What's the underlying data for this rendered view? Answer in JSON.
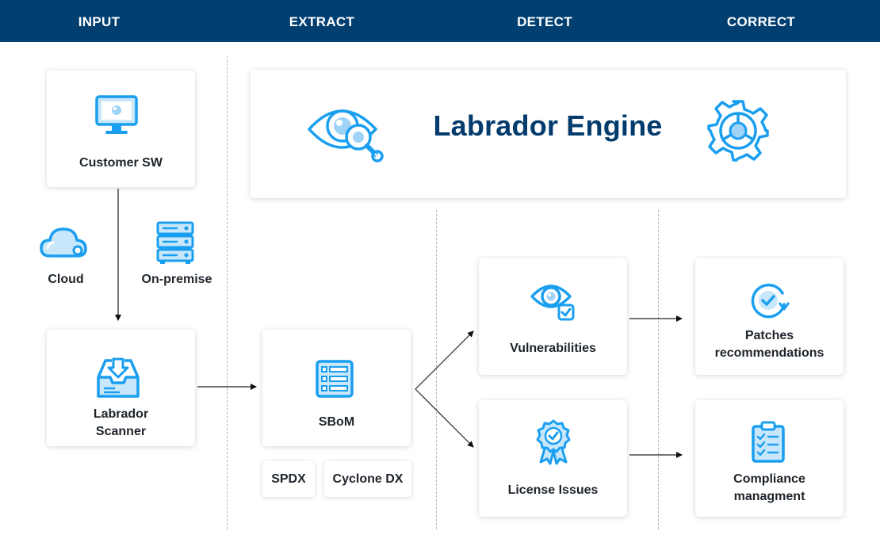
{
  "header": {
    "columns": [
      "INPUT",
      "EXTRACT",
      "DETECT",
      "CORRECT"
    ]
  },
  "engine": {
    "title": "Labrador Engine",
    "left_icon": "eye-magnifier-icon",
    "right_icon": "gear-icon"
  },
  "input": {
    "customer_sw": "Customer SW",
    "cloud": "Cloud",
    "on_premise": "On-premise",
    "scanner_line1": "Labrador",
    "scanner_line2": "Scanner"
  },
  "extract": {
    "sbom": "SBoM",
    "formats": [
      "SPDX",
      "Cyclone DX"
    ]
  },
  "detect": {
    "vulnerabilities": "Vulnerabilities",
    "license_issues": "License Issues"
  },
  "correct": {
    "patches_line1": "Patches",
    "patches_line2": "recommendations",
    "compliance_line1": "Compliance",
    "compliance_line2": "managment"
  },
  "colors": {
    "header_bg": "#023f71",
    "accent": "#1a9ff0",
    "title": "#033b6c"
  }
}
